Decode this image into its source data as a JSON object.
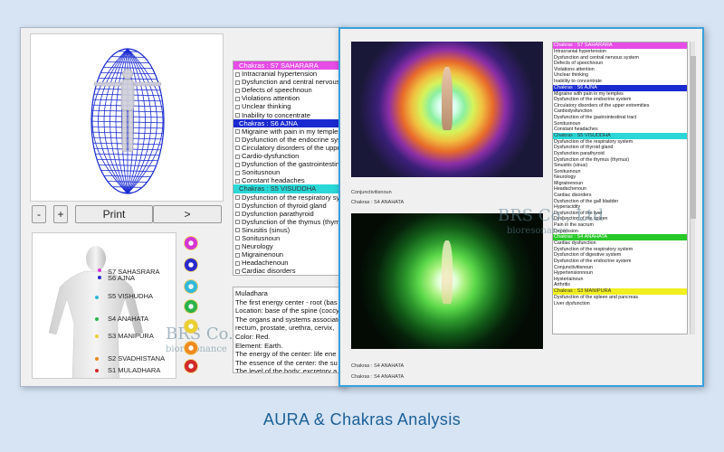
{
  "caption": "AURA & Chakras Analysis",
  "colors": {
    "accent": "#3aa0dc",
    "caption": "#1c5f96",
    "mesh": "#1a2ad0"
  },
  "controls": {
    "minus": "-",
    "plus": "+",
    "print": "Print",
    "next": ">"
  },
  "chakra_map": [
    {
      "label": "S7 SAHASRARA",
      "color": "#d535d5"
    },
    {
      "label": "S6 AJNA",
      "color": "#2a2acc"
    },
    {
      "label": "S5 VISHUDHA",
      "color": "#33b8d8"
    },
    {
      "label": "S4 ANAHATA",
      "color": "#2bb34a"
    },
    {
      "label": "S3 MANIPURA",
      "color": "#e8d030"
    },
    {
      "label": "S2 SVADHISTANA",
      "color": "#ee8a20"
    },
    {
      "label": "S1 MULADHARA",
      "color": "#d02a2a"
    }
  ],
  "symptom_list": [
    {
      "type": "head",
      "text": "Chakras : S7 SAHARARA",
      "bg": "#e64ce6",
      "fg": "#ffffff"
    },
    {
      "type": "item",
      "text": "Intracranial hypertension"
    },
    {
      "type": "item",
      "text": "Dysfunction and central nervous syst"
    },
    {
      "type": "item",
      "text": "Defects of speechnoun"
    },
    {
      "type": "item",
      "text": "Violations attention"
    },
    {
      "type": "item",
      "text": "Unclear thinking"
    },
    {
      "type": "item",
      "text": "Inability to concentrate"
    },
    {
      "type": "head",
      "text": "Chakras : S6 AJNA",
      "bg": "#1a2ad0",
      "fg": "#ffffff"
    },
    {
      "type": "item",
      "text": "Migraine with pain in my temples"
    },
    {
      "type": "item",
      "text": "Dysfunction of the endocrine system"
    },
    {
      "type": "item",
      "text": "Circulatory disorders of the upper ext"
    },
    {
      "type": "item",
      "text": "Cardio-dysfunction"
    },
    {
      "type": "item",
      "text": "Dysfunction of the gastrointestinal tra"
    },
    {
      "type": "item",
      "text": "Sonitusnoun"
    },
    {
      "type": "item",
      "text": "Constant headaches"
    },
    {
      "type": "head",
      "text": "Chakras : S5 VISUDDHA",
      "bg": "#2ad8d8",
      "fg": "#333333"
    },
    {
      "type": "item",
      "text": "Dysfunction of the respiratory system"
    },
    {
      "type": "item",
      "text": "Dysfunction of thyroid gland"
    },
    {
      "type": "item",
      "text": "Dysfunction parathyroid"
    },
    {
      "type": "item",
      "text": "Dysfunction of the thymus (thymus)"
    },
    {
      "type": "item",
      "text": "Sinusitis (sinus)"
    },
    {
      "type": "item",
      "text": "Sonitusnoun"
    },
    {
      "type": "item",
      "text": "Neurology"
    },
    {
      "type": "item",
      "text": "Migrainenoun"
    },
    {
      "type": "item",
      "text": "Headachenoun"
    },
    {
      "type": "item",
      "text": "Cardiac disorders"
    }
  ],
  "description": [
    "Muladhara",
    "The first energy center - root (bas",
    "Location: base of the spine (coccy)",
    "The organs and systems associate",
    "rectum, prostate, urethra, cervix,",
    "Color: Red.",
    "Element: Earth.",
    "The energy of the center: life ene",
    "The essence of the center: the su",
    "The level of the body: excretory a"
  ],
  "aura_captions": {
    "top_1": "Conjunctivitisnoun",
    "top_2": "Chakras : S4 ANAHATA",
    "bottom_1": "Chakras : S4 ANAHATA",
    "bottom_2": "Chakras : S4 ANAHATA"
  },
  "report_list": [
    {
      "type": "head",
      "text": "Chakras : S7 SAHARARA",
      "bg": "#e64ce6",
      "fg": "#ffffff"
    },
    {
      "type": "item",
      "text": "Intracranial hypertension"
    },
    {
      "type": "item",
      "text": "Dysfunction and central nervous system"
    },
    {
      "type": "item",
      "text": "Defects of speechnoun"
    },
    {
      "type": "item",
      "text": "Violations attention"
    },
    {
      "type": "item",
      "text": "Unclear thinking"
    },
    {
      "type": "item",
      "text": "Inability to concentrate"
    },
    {
      "type": "head",
      "text": "Chakras : S6 AJNA",
      "bg": "#1a2ad0",
      "fg": "#ffffff"
    },
    {
      "type": "item",
      "text": "Migraine with pain in my temples"
    },
    {
      "type": "item",
      "text": "Dysfunction of the endocrine system"
    },
    {
      "type": "item",
      "text": "Circulatory disorders of the upper extremities"
    },
    {
      "type": "item",
      "text": "Cardiodysfunction"
    },
    {
      "type": "item",
      "text": "Dysfunction of the gastrointestinal tract"
    },
    {
      "type": "item",
      "text": "Sonitusnoun"
    },
    {
      "type": "item",
      "text": "Constant headaches"
    },
    {
      "type": "head",
      "text": "Chakras : S5 VISUDDHA",
      "bg": "#2ad8d8",
      "fg": "#333333"
    },
    {
      "type": "item",
      "text": "Dysfunction of the respiratory system"
    },
    {
      "type": "item",
      "text": "Dysfunction of thyroid gland"
    },
    {
      "type": "item",
      "text": "Dysfunction parathyroid"
    },
    {
      "type": "item",
      "text": "Dysfunction of the thymus (thymus)"
    },
    {
      "type": "item",
      "text": "Sinusitis (sinus)"
    },
    {
      "type": "item",
      "text": "Sonitusnoun"
    },
    {
      "type": "item",
      "text": "Neurology"
    },
    {
      "type": "item",
      "text": "Migrainenoun"
    },
    {
      "type": "item",
      "text": "Headachenoun"
    },
    {
      "type": "item",
      "text": "Cardiac disorders"
    },
    {
      "type": "item",
      "text": "Dysfunction of the gall bladder"
    },
    {
      "type": "item",
      "text": "Hyperacidity"
    },
    {
      "type": "item",
      "text": "Dysfunction of the liver"
    },
    {
      "type": "item",
      "text": "Dysfunction of the spleen"
    },
    {
      "type": "item",
      "text": "Pain in the sacrum"
    },
    {
      "type": "item",
      "text": "Depression"
    },
    {
      "type": "head",
      "text": "Chakras : S4 ANAHATA",
      "bg": "#28c828",
      "fg": "#ffffff"
    },
    {
      "type": "item",
      "text": "Cardiac dysfunction"
    },
    {
      "type": "item",
      "text": "Dysfunction of the respiratory system"
    },
    {
      "type": "item",
      "text": "Dysfunction of digestive system"
    },
    {
      "type": "item",
      "text": "Dysfunction of the endocrine system"
    },
    {
      "type": "item",
      "text": "Conjunctivitisnoun"
    },
    {
      "type": "item",
      "text": "Hypertensionnoun"
    },
    {
      "type": "item",
      "text": "Hysteriainoun"
    },
    {
      "type": "item",
      "text": "Arthritis"
    },
    {
      "type": "head",
      "text": "Chakras : S3 MANIPURA",
      "bg": "#f0f020",
      "fg": "#333333"
    },
    {
      "type": "item",
      "text": "Dysfunction of the spleen and pancreas"
    },
    {
      "type": "item",
      "text": "Liver dysfunction"
    }
  ],
  "watermark": {
    "brand": "BRS Co., Ltd",
    "sub": "bioresonance"
  }
}
